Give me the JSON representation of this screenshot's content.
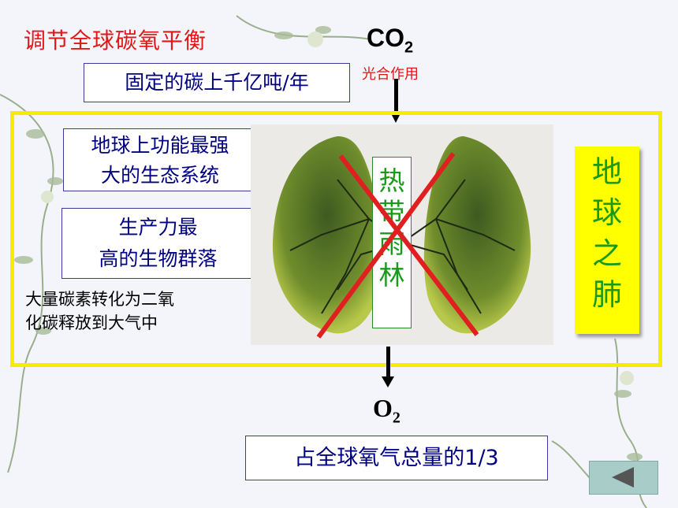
{
  "title": "调节全球碳氧平衡",
  "co2": {
    "base": "CO",
    "sub": "2"
  },
  "photosynthesis": "光合作用",
  "fixed_carbon": "固定的碳上千亿吨/年",
  "ecosystem_lines": [
    "地球上功能最强",
    "大的生态系统"
  ],
  "productivity_lines": [
    "生产力最",
    "高的生物群落"
  ],
  "carbon_release_lines": [
    "大量碳素转化为二氧",
    "化碳释放到大气中"
  ],
  "rainforest_chars": [
    "热",
    "带",
    "雨",
    "林"
  ],
  "earth_lung_chars": [
    "地",
    "球",
    "之",
    "肺"
  ],
  "o2": {
    "base": "O",
    "sub": "2"
  },
  "oxygen_share": "占全球氧气总量的1/3",
  "icons": {
    "back": "triangle-left-icon",
    "cross": "x-cross-icon"
  },
  "colors": {
    "title": "#e01818",
    "frame": "#f0ef00",
    "box_text": "#000080",
    "rainforest_text": "#1a9a1a",
    "cross": "#e02020"
  }
}
